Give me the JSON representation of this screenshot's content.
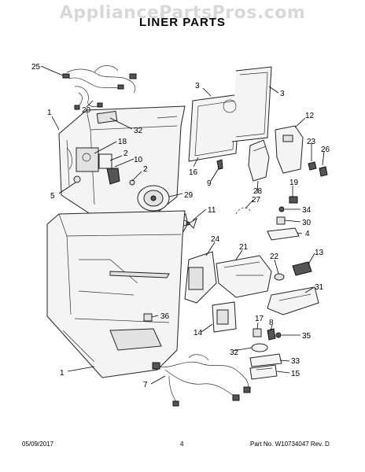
{
  "watermark": "AppliancePartsPros.com",
  "title": "LINER PARTS",
  "callouts": [
    "25",
    "1",
    "20",
    "32",
    "18",
    "2",
    "10",
    "2",
    "5",
    "29",
    "3",
    "3",
    "12",
    "23",
    "26",
    "16",
    "9",
    "28",
    "19",
    "27",
    "11",
    "34",
    "30",
    "4",
    "24",
    "21",
    "22",
    "13",
    "31",
    "36",
    "14",
    "32",
    "17",
    "8",
    "35",
    "33",
    "1",
    "7",
    "15"
  ],
  "footer": {
    "date": "05/09/2017",
    "page": "4",
    "part_no": "Part No. W10734047  Rev. D"
  }
}
